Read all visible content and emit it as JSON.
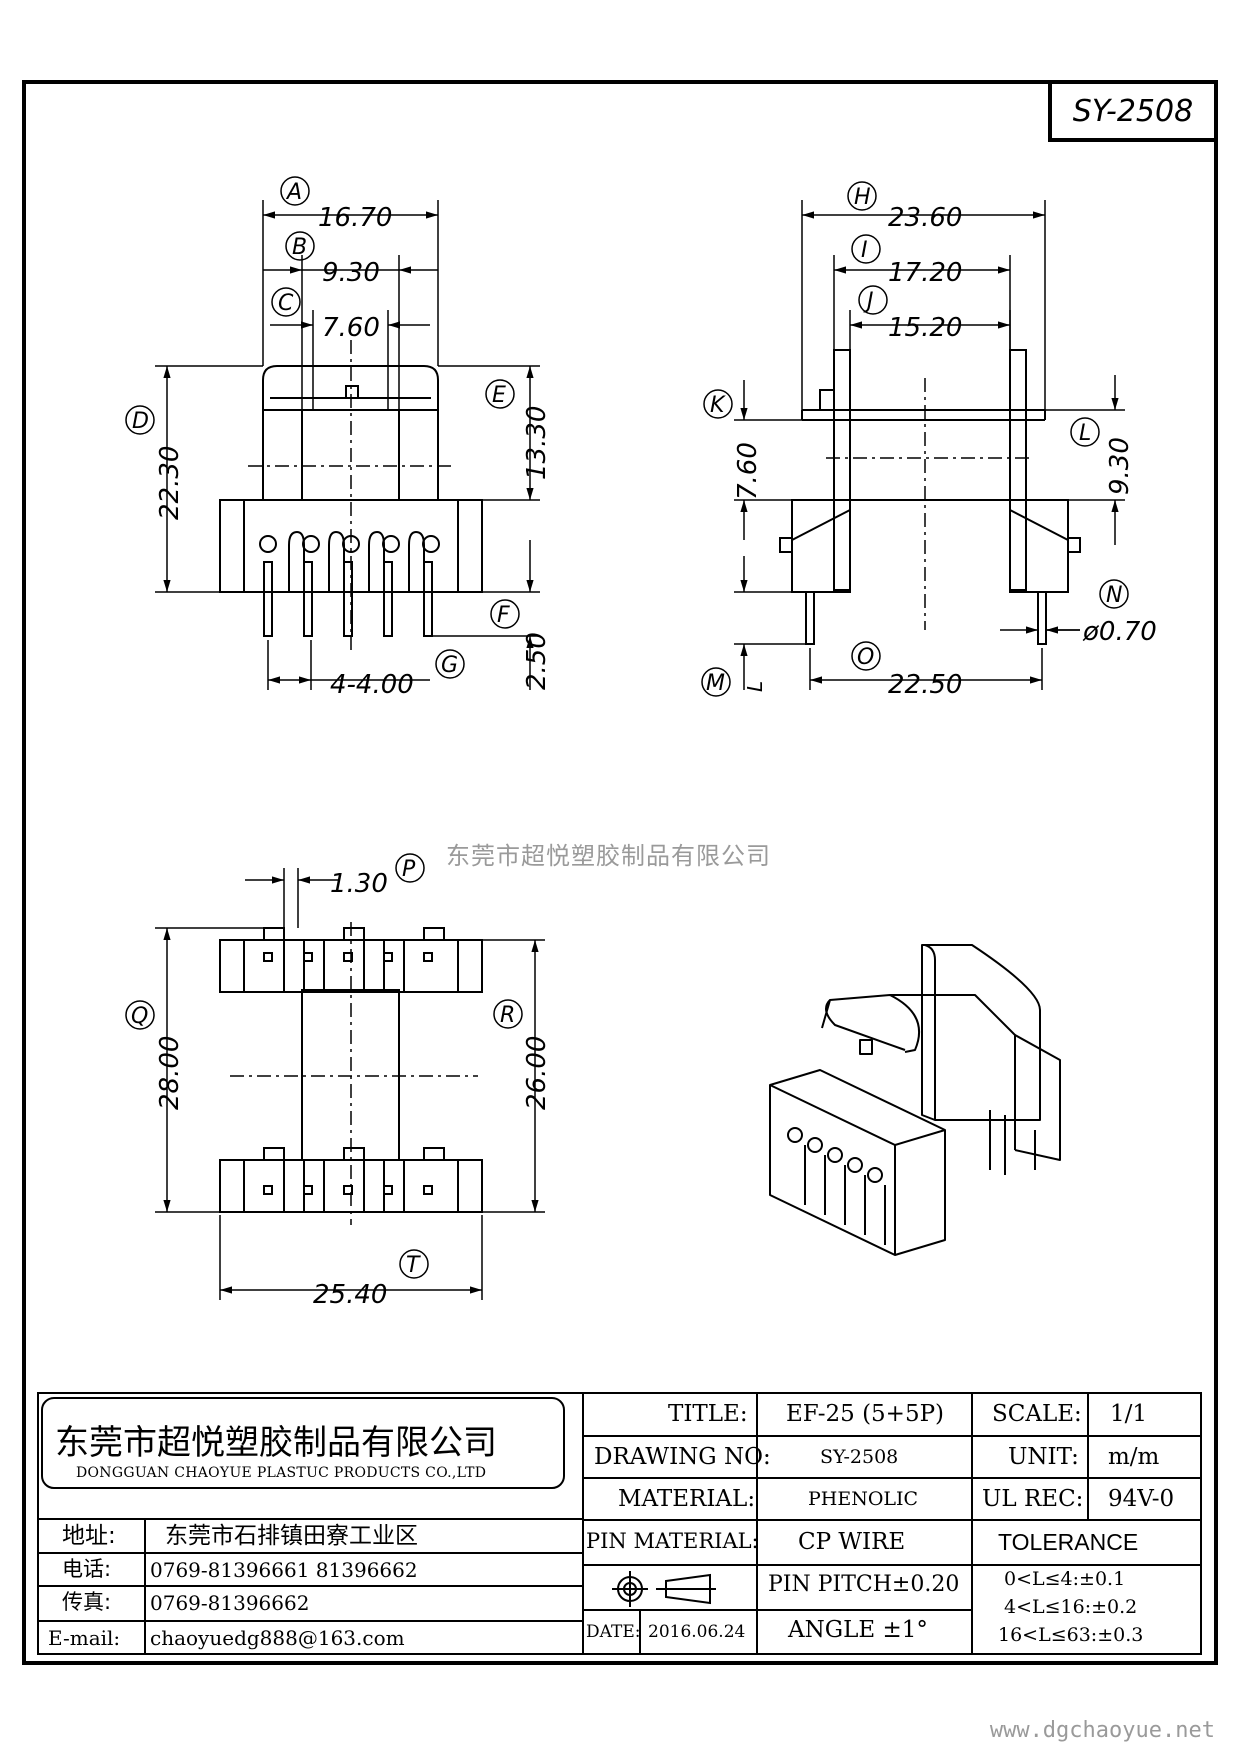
{
  "drawing_number_box": "SY-2508",
  "watermark": "东莞市超悦塑胶制品有限公司",
  "website": "www.dgchaoyue.net",
  "dimensions": {
    "A": {
      "label": "A",
      "value": "16.70"
    },
    "B": {
      "label": "B",
      "value": "9.30"
    },
    "C": {
      "label": "C",
      "value": "7.60"
    },
    "D": {
      "label": "D",
      "value": "22.30"
    },
    "E": {
      "label": "E",
      "value": "13.30"
    },
    "F": {
      "label": "F",
      "value": "2.50"
    },
    "G": {
      "label": "G",
      "value": "4-4.00"
    },
    "H": {
      "label": "H",
      "value": "23.60"
    },
    "I": {
      "label": "I",
      "value": "17.20"
    },
    "J": {
      "label": "J",
      "value": "15.20"
    },
    "K": {
      "label": "K",
      "value": "7.60"
    },
    "L": {
      "label": "L",
      "value": "9.30"
    },
    "M": {
      "label": "M",
      "sub": "L"
    },
    "N": {
      "label": "N",
      "value": "ø0.70"
    },
    "O": {
      "label": "O",
      "value": "22.50"
    },
    "P": {
      "label": "P",
      "value": "1.30"
    },
    "Q": {
      "label": "Q",
      "value": "28.00"
    },
    "R": {
      "label": "R",
      "value": "26.00"
    },
    "T": {
      "label": "T",
      "value": "25.40"
    }
  },
  "title_block": {
    "company_cn": "东莞市超悦塑胶制品有限公司",
    "company_en": "DONGGUAN CHAOYUE PLASTUC PRODUCTS CO.,LTD",
    "address_label": "地址:",
    "address": "东莞市石排镇田寮工业区",
    "phone_label": "电话:",
    "phone": "0769-81396661  81396662",
    "fax_label": "传真:",
    "fax": "0769-81396662",
    "email_label": "E-mail:",
    "email": "chaoyuedg888@163.com",
    "title_label": "TITLE:",
    "title": "EF-25 (5+5P)",
    "drawing_no_label": "DRAWING NO:",
    "drawing_no": "SY-2508",
    "material_label": "MATERIAL:",
    "material": "PHENOLIC",
    "pin_material_label": "PIN MATERIAL:",
    "pin_material": "CP WIRE",
    "pin_pitch": "PIN PITCH±0.20",
    "angle": "ANGLE  ±1°",
    "date_label": "DATE:",
    "date": "2016.06.24",
    "scale_label": "SCALE:",
    "scale": "1/1",
    "unit_label": "UNIT:",
    "unit": "m/m",
    "ul_rec_label": "UL REC:",
    "ul_rec": "94V-0",
    "tolerance_label": "TOLERANCE",
    "tolerance_1": "0<L≤4:±0.1",
    "tolerance_2": "4<L≤16:±0.2",
    "tolerance_3": "16<L≤63:±0.3"
  }
}
